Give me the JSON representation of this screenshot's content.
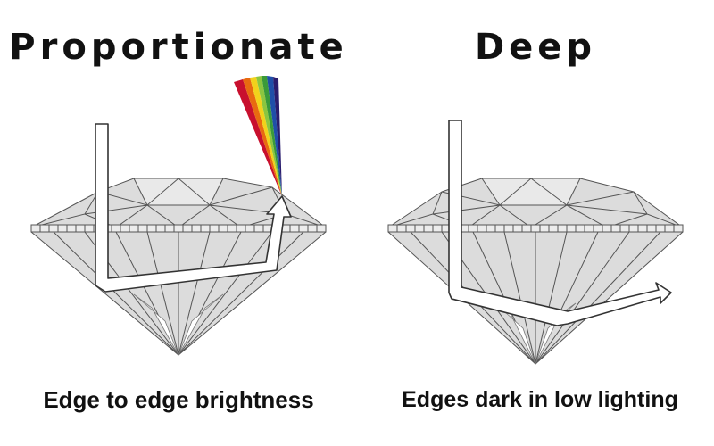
{
  "panels": {
    "left": {
      "title": "Proportionate",
      "caption": "Edge to edge brightness"
    },
    "right": {
      "title": "Deep",
      "caption": "Edges dark in low lighting"
    }
  },
  "colors": {
    "diamond_fill": "#dcdcdc",
    "outline": "#555555",
    "light_ray": "#ffffff",
    "spectrum": [
      "#c8102e",
      "#e86a10",
      "#f2d21b",
      "#8cc63f",
      "#3a9a3a",
      "#1f4fa8",
      "#2a1d6e"
    ]
  }
}
